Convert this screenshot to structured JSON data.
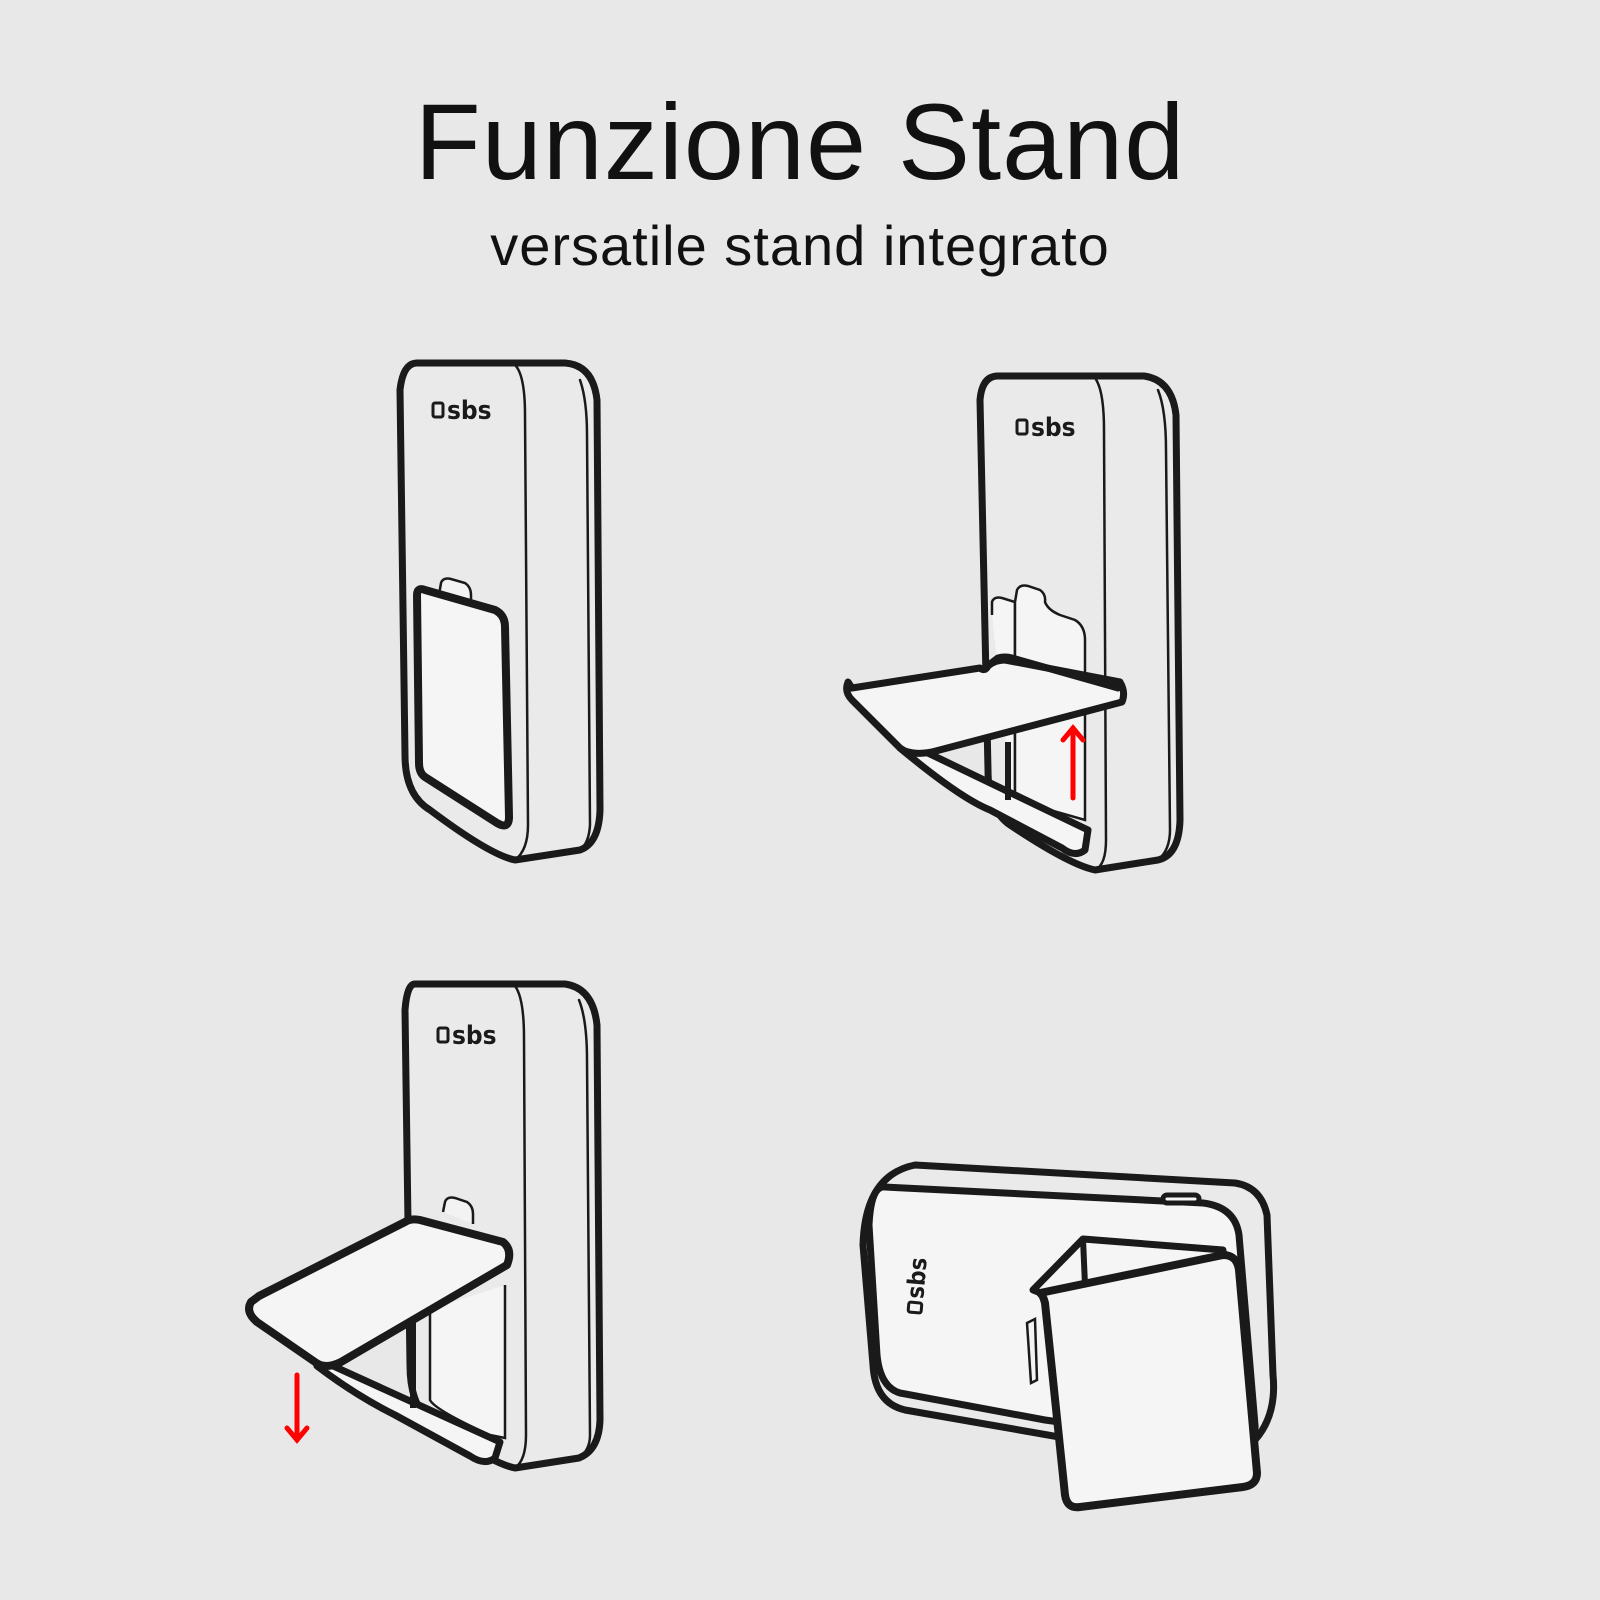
{
  "header": {
    "title": "Funzione Stand",
    "subtitle": "versatile stand integrato"
  },
  "brand": {
    "logo_text": "sbs"
  },
  "colors": {
    "background": "#e8e8e8",
    "outline": "#1a1a1a",
    "device_fill": "#e9e9e9",
    "panel_fill": "#f5f5f6",
    "arrow": "#ff0000"
  },
  "steps": [
    {
      "id": "step-1",
      "state": "stand-closed",
      "arrow": "none"
    },
    {
      "id": "step-2",
      "state": "stand-open-lift",
      "arrow": "up"
    },
    {
      "id": "step-3",
      "state": "stand-open-push-down",
      "arrow": "down"
    },
    {
      "id": "step-4",
      "state": "landscape-standing",
      "arrow": "none"
    }
  ]
}
